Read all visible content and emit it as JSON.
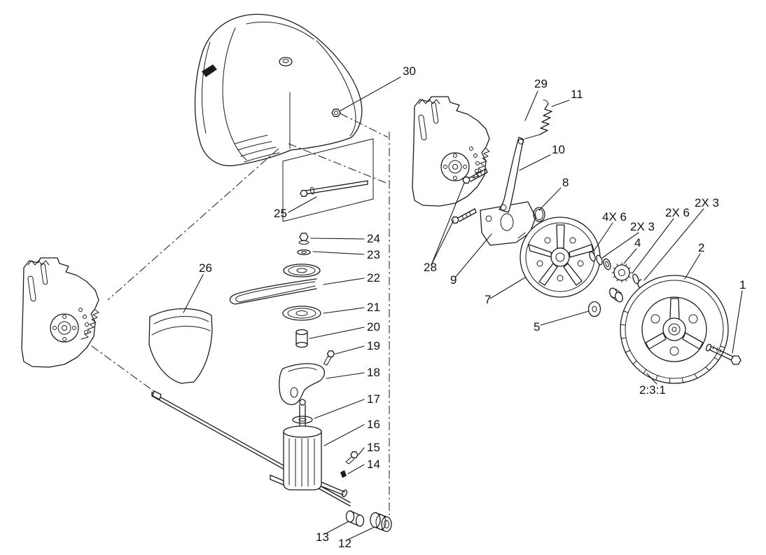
{
  "colors": {
    "line": "#1b1b1b",
    "background": "#ffffff"
  },
  "diagram": {
    "callouts": [
      {
        "name": "part-30",
        "label": "30"
      },
      {
        "name": "part-29",
        "label": "29"
      },
      {
        "name": "part-11",
        "label": "11"
      },
      {
        "name": "part-10",
        "label": "10"
      },
      {
        "name": "part-8",
        "label": "8"
      },
      {
        "name": "part-25",
        "label": "25"
      },
      {
        "name": "part-24",
        "label": "24"
      },
      {
        "name": "part-23",
        "label": "23"
      },
      {
        "name": "part-22",
        "label": "22"
      },
      {
        "name": "part-21",
        "label": "21"
      },
      {
        "name": "part-20",
        "label": "20"
      },
      {
        "name": "part-19",
        "label": "19"
      },
      {
        "name": "part-18",
        "label": "18"
      },
      {
        "name": "part-17",
        "label": "17"
      },
      {
        "name": "part-16",
        "label": "16"
      },
      {
        "name": "part-15",
        "label": "15"
      },
      {
        "name": "part-14",
        "label": "14"
      },
      {
        "name": "part-28",
        "label": "28"
      },
      {
        "name": "part-9",
        "label": "9"
      },
      {
        "name": "part-7",
        "label": "7"
      },
      {
        "name": "part-5",
        "label": "5"
      },
      {
        "name": "qty-4x-6",
        "label": "4X 6"
      },
      {
        "name": "qty-2x-3-left",
        "label": "2X 3"
      },
      {
        "name": "qty-2x-6",
        "label": "2X 6"
      },
      {
        "name": "qty-2x-3-right",
        "label": "2X 3"
      },
      {
        "name": "part-4",
        "label": "4"
      },
      {
        "name": "part-2",
        "label": "2"
      },
      {
        "name": "part-1",
        "label": "1"
      },
      {
        "name": "tread-note",
        "label": "2:3:1"
      },
      {
        "name": "part-26",
        "label": "26"
      },
      {
        "name": "part-13",
        "label": "13"
      },
      {
        "name": "part-12",
        "label": "12"
      }
    ]
  }
}
